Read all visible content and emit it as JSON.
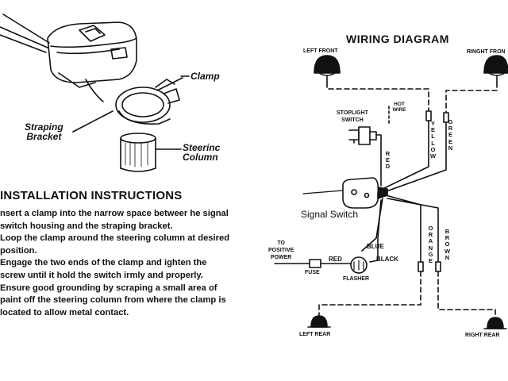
{
  "left_panel": {
    "labels": {
      "clamp": "Clamp",
      "straping_bracket": "Straping\nBracket",
      "steering_column": "Steerinc\nColumn"
    },
    "installation": {
      "heading": "INSTALLATION INSTRUCTIONS",
      "steps": [
        "nsert a clamp into the narrow space betweer he signal switch housing and the straping bracket.",
        "Loop the clamp around the steering column at desired position.",
        "Engage the two ends of the clamp and ighten the screw until it hold the switch irmly and properly.",
        "Ensure good grounding by scraping a small area of paint off the steering column from where the clamp is located to allow metal contact."
      ]
    }
  },
  "wiring_diagram": {
    "title": "WIRING DIAGRAM",
    "left_front": "LEFT FRONT",
    "right_front": "RINGHT FRON",
    "stoplight_switch": "STOPLIGHT\nSWITCH",
    "hot_wire": "HOT WIRE",
    "wire_colors": {
      "yellow": "YELLOW",
      "green": "GREEN",
      "red_vertical": "RED",
      "orange": "ORANGE",
      "brown": "BROWN",
      "blue": "BLUE",
      "black": "BLACK",
      "red": "RED"
    },
    "signal_switch": "Signal Switch",
    "to_positive_power": "TO\nPOSITIVE\nPOWER",
    "fuse": "FUSE",
    "flasher": "FLASHER",
    "left_rear": "LEFT REAR",
    "right_rear": "RIGHT REAR"
  }
}
